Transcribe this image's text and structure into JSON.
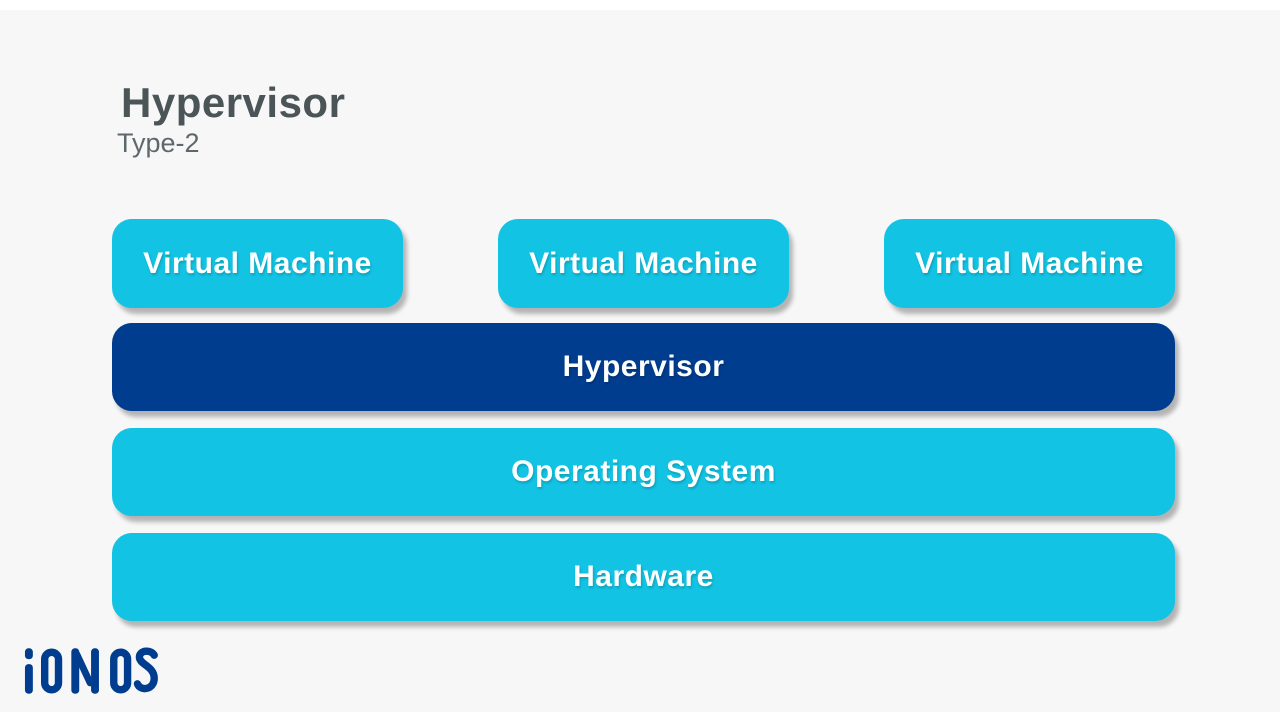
{
  "header": {
    "title": "Hypervisor",
    "subtitle": "Type-2"
  },
  "diagram": {
    "vm_row": [
      {
        "label": "Virtual Machine"
      },
      {
        "label": "Virtual Machine"
      },
      {
        "label": "Virtual Machine"
      }
    ],
    "layers": [
      {
        "id": "hypervisor",
        "label": "Hypervisor",
        "color": "#003d8f"
      },
      {
        "id": "operating-system",
        "label": "Operating System",
        "color": "#12c3e3"
      },
      {
        "id": "hardware",
        "label": "Hardware",
        "color": "#12c3e3"
      }
    ]
  },
  "branding": {
    "logo_text": "IONOS",
    "logo_color": "#003d8f"
  },
  "colors": {
    "background": "#f7f7f7",
    "frame_strips": "#ffffff",
    "cyan_box": "#12c3e3",
    "dark_blue_box": "#003d8f",
    "title_text": "#4b5456",
    "subtitle_text": "#5e686b",
    "box_label_text": "#fdfefe"
  }
}
